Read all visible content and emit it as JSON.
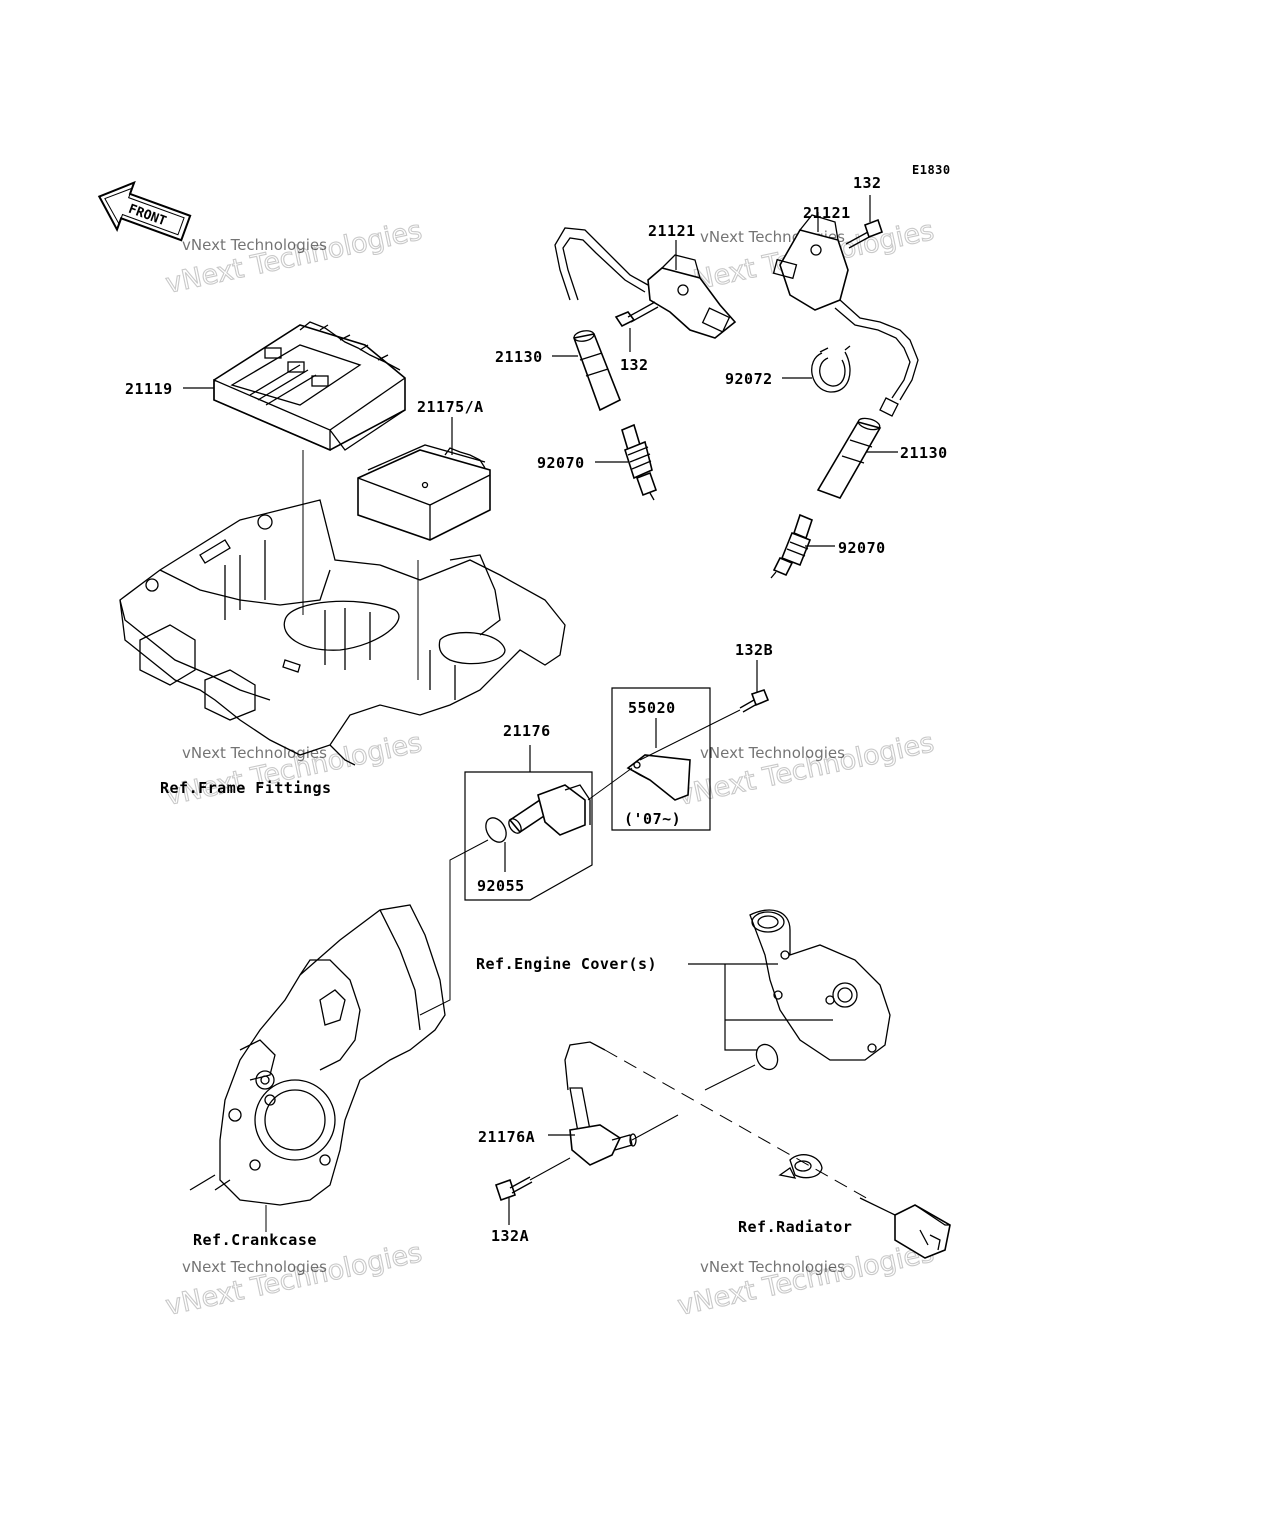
{
  "diagram_code": "E1830",
  "front_label": "FRONT",
  "watermark": {
    "line1": "vNext Technologies",
    "line2": "vNext Technologies"
  },
  "labels": {
    "p21119": "21119",
    "p21175a": "21175/A",
    "p21130_left": "21130",
    "p21121_left": "21121",
    "p132_left": "132",
    "p92070_left": "92070",
    "p132_top": "132",
    "p21121_right": "21121",
    "p92072": "92072",
    "p21130_right": "21130",
    "p92070_right": "92070",
    "p132b": "132B",
    "p55020": "55020",
    "p07": "('07~)",
    "p21176": "21176",
    "p92055": "92055",
    "ref_frame": "Ref.Frame Fittings",
    "ref_engine": "Ref.Engine Cover(s)",
    "p21176a": "21176A",
    "p132a": "132A",
    "ref_crankcase": "Ref.Crankcase",
    "ref_radiator": "Ref.Radiator"
  }
}
